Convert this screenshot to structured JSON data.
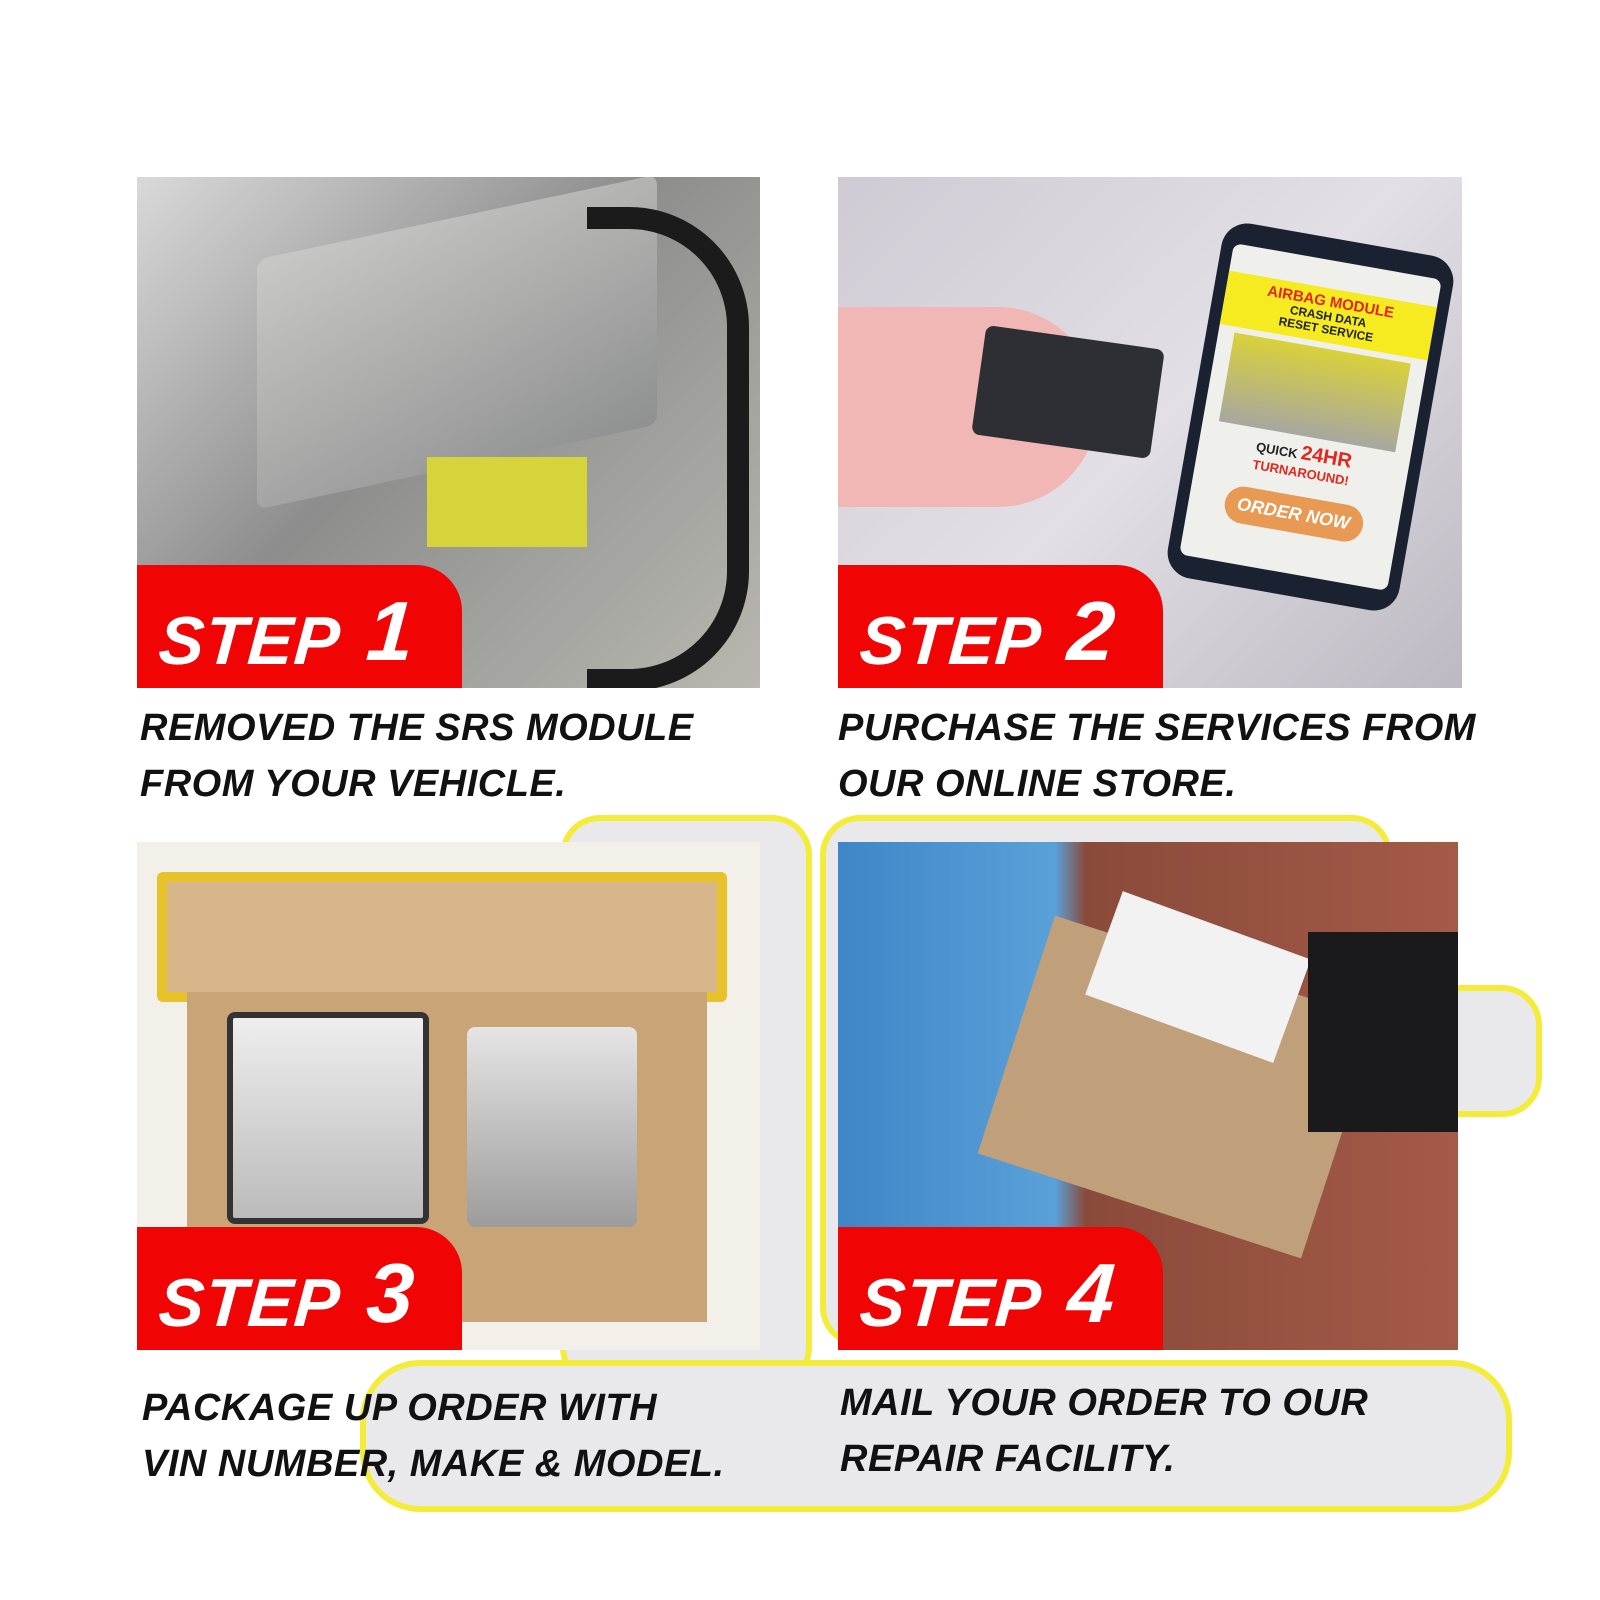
{
  "steps": [
    {
      "label": "STEP",
      "number": "1",
      "caption_line1": "REMOVED THE SRS MODULE",
      "caption_line2": "FROM YOUR VEHICLE."
    },
    {
      "label": "STEP",
      "number": "2",
      "caption_line1": "PURCHASE THE SERVICES FROM",
      "caption_line2": "OUR ONLINE STORE."
    },
    {
      "label": "STEP",
      "number": "3",
      "caption_line1": "PACKAGE UP ORDER WITH",
      "caption_line2": "VIN NUMBER, MAKE & MODEL."
    },
    {
      "label": "STEP",
      "number": "4",
      "caption_line1": "MAIL YOUR ORDER TO OUR",
      "caption_line2": "REPAIR FACILITY."
    }
  ],
  "phone_ad": {
    "title": "AIRBAG MODULE",
    "subtitle1": "CRASH DATA",
    "subtitle2": "RESET SERVICE",
    "quick": "QUICK",
    "hours": "24HR",
    "turnaround": "TURNAROUND!",
    "button": "ORDER NOW"
  },
  "colors": {
    "accent_red": "#f00404",
    "watermark_yellow": "#f4ec3a"
  }
}
